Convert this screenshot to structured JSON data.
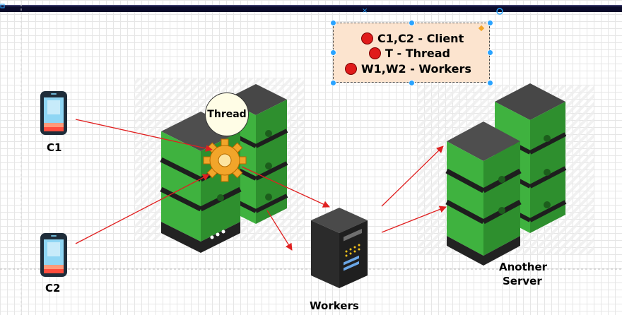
{
  "legend": {
    "items": [
      {
        "text": "C1,C2 - Client"
      },
      {
        "text": "T - Thread"
      },
      {
        "text": "W1,W2 - Workers"
      }
    ]
  },
  "nodes": {
    "c1": {
      "label": "C1"
    },
    "c2": {
      "label": "C2"
    },
    "thread": {
      "label": "Thread"
    },
    "workers": {
      "label": "Workers"
    },
    "another_server": {
      "line1": "Another",
      "line2": "Server"
    }
  },
  "colors": {
    "arrow": "#e02020",
    "server_green": "#3fb23f",
    "server_dark": "#2c2c2c",
    "legend_bg": "#fce4cf",
    "selection": "#29a3ff"
  }
}
